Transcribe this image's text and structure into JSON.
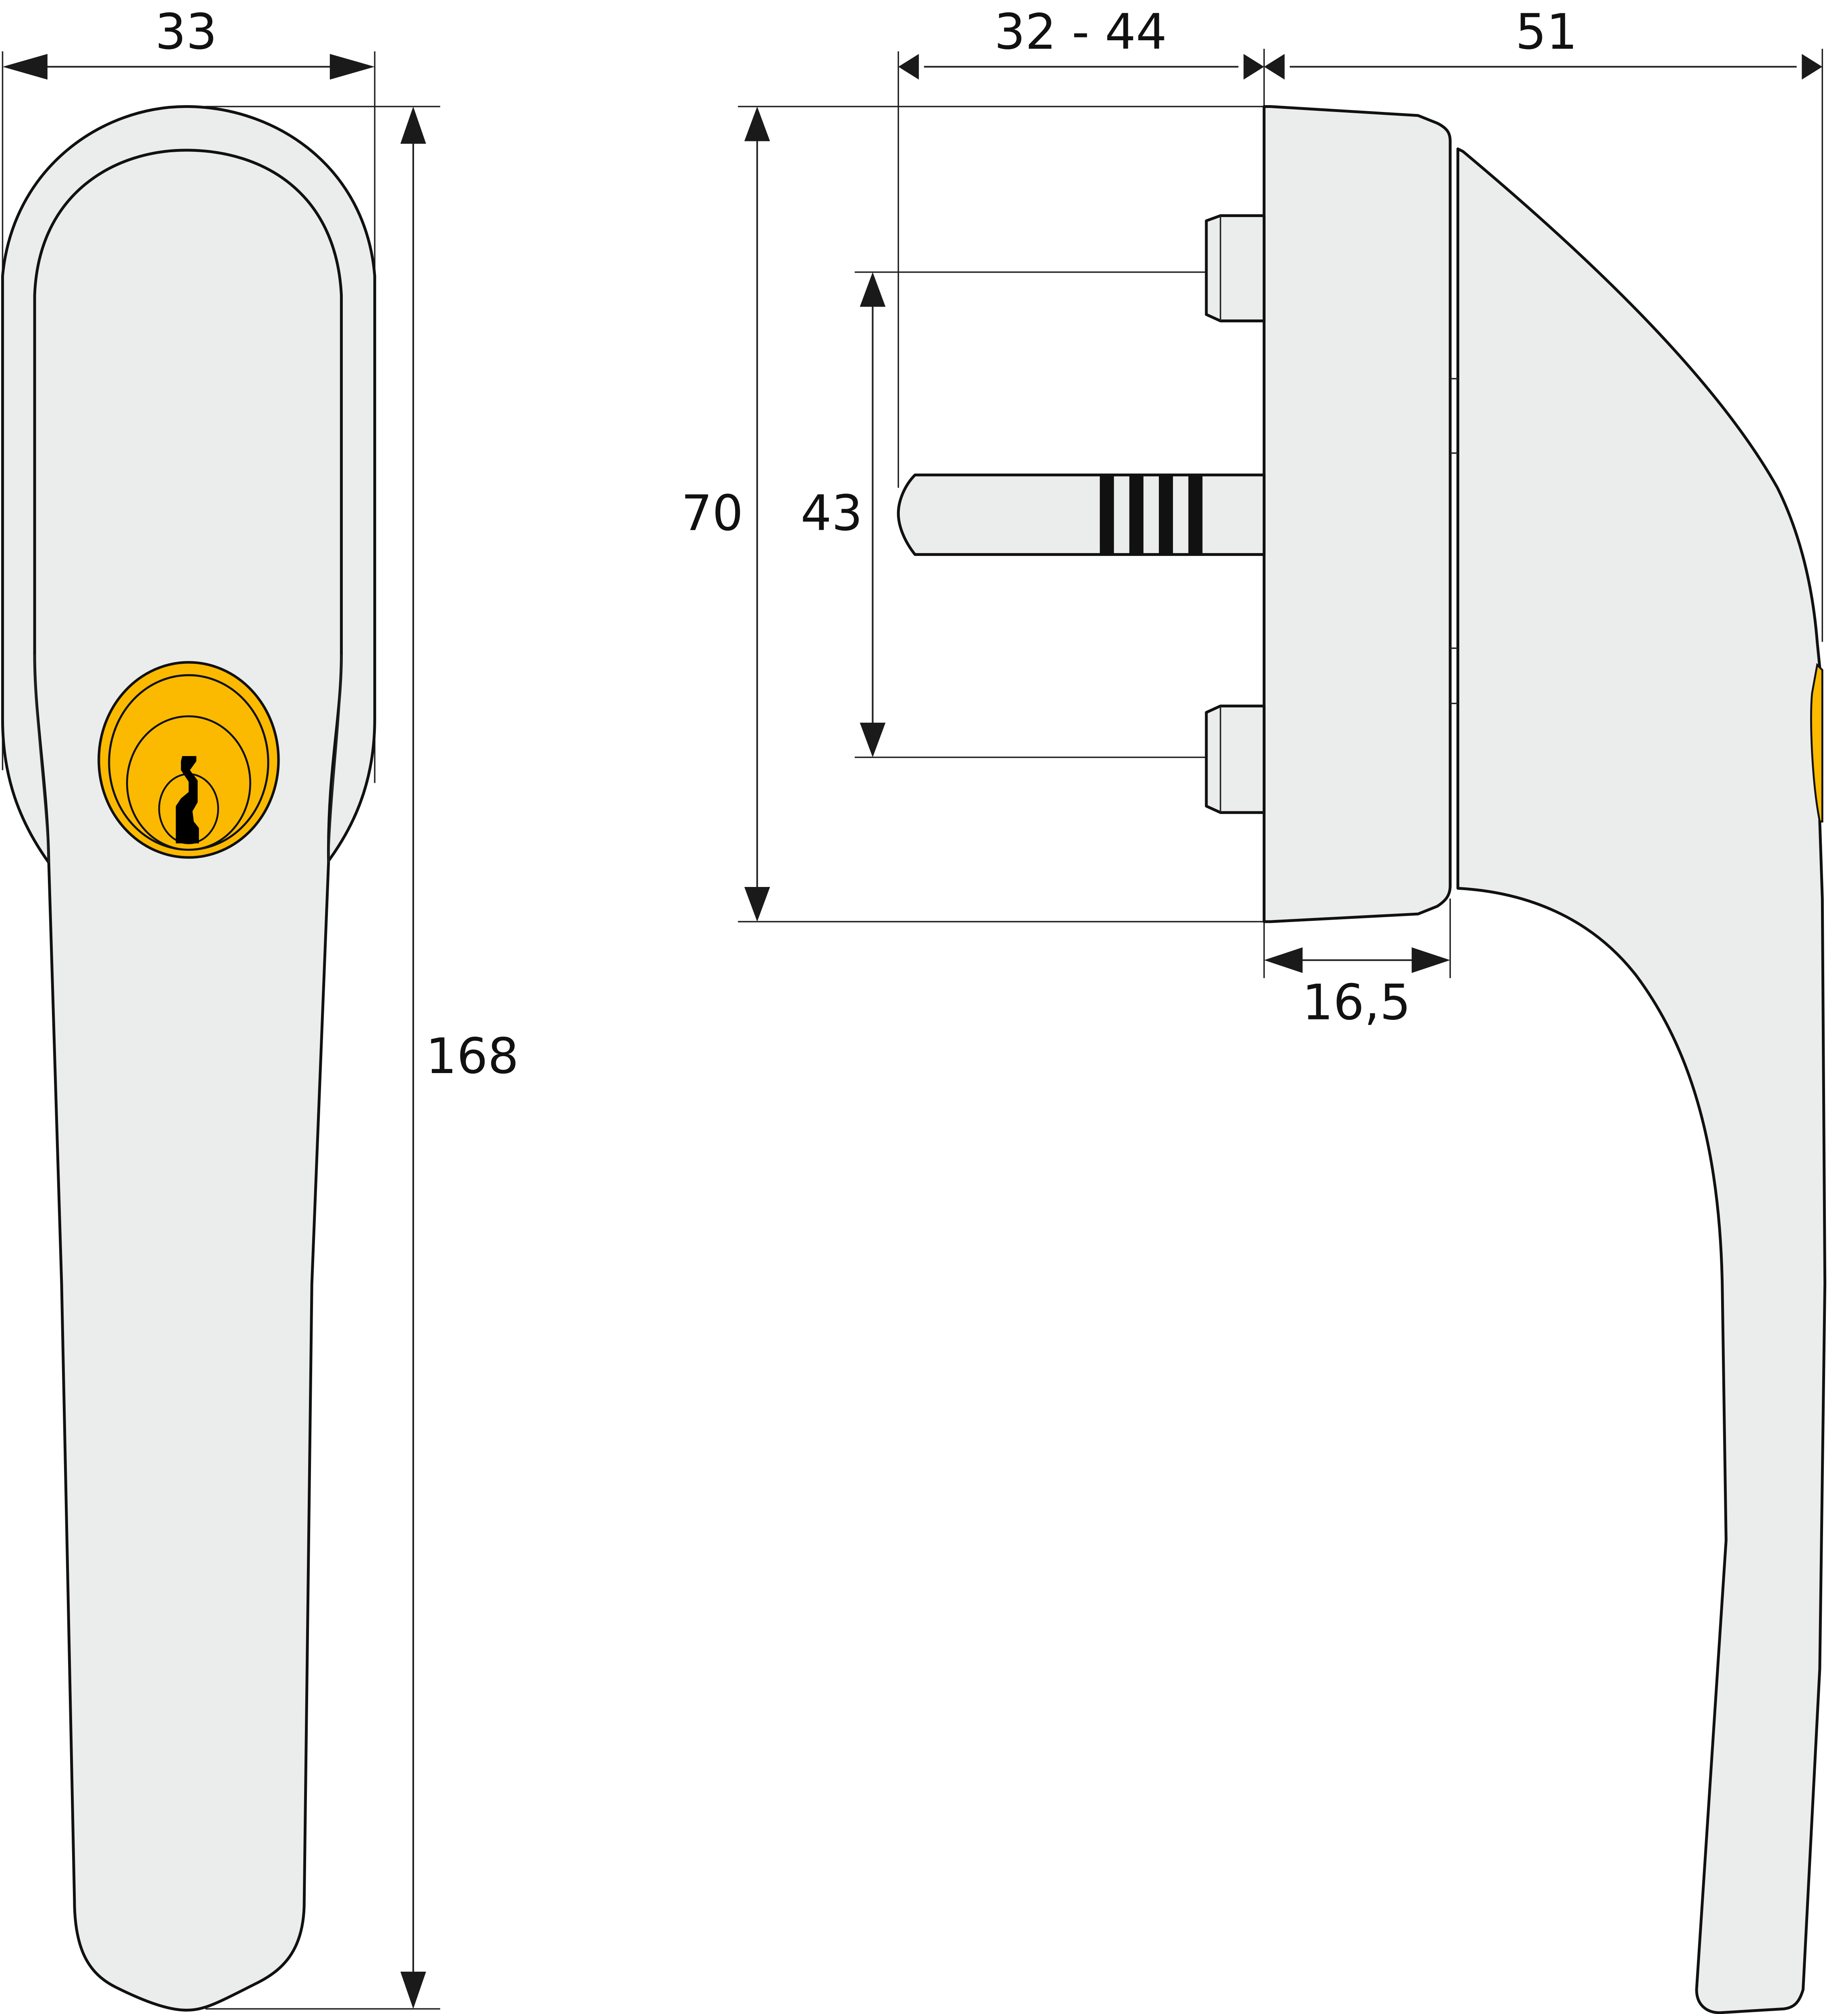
{
  "drawing": {
    "subject": "Lockable window handle – technical dimension drawing",
    "views": [
      "front-view",
      "side-view"
    ],
    "colors": {
      "background": "#ffffff",
      "body_fill": "#ebecec",
      "outline": "#111111",
      "cylinder": "#fbba00",
      "keyway": "#000000"
    },
    "unit": "mm"
  },
  "dimensions": {
    "front_width": "33",
    "front_height": "168",
    "spindle_length": "32 - 44",
    "handle_projection": "51",
    "rose_height": "70",
    "screw_spacing": "43",
    "rose_depth": "16,5"
  }
}
